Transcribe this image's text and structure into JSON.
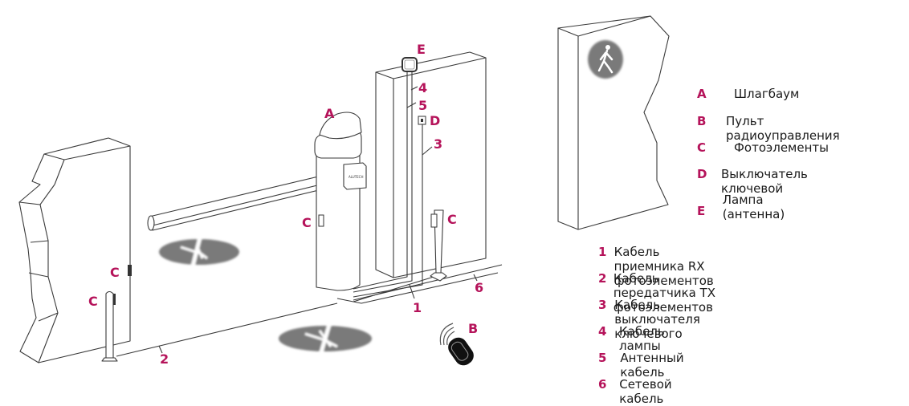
{
  "colors": {
    "accent": "#b5135a",
    "line": "#3a3a3a",
    "sign_gray": "#7a7a7a",
    "text": "#1a1a1a"
  },
  "diagram": {
    "brand_text": "ALUTECH",
    "callouts": {
      "A": "A",
      "B": "B",
      "C_barrier": "C",
      "C_post_right": "C",
      "C_wall_left": "C",
      "C_post_left": "C",
      "D": "D",
      "E": "E",
      "n1": "1",
      "n2": "2",
      "n3": "3",
      "n4": "4",
      "n5": "5",
      "n6": "6"
    },
    "icons": [
      "pedestrian-sign-icon",
      "no-pedestrian-sign-icon",
      "remote-control-icon",
      "signal-lamp-icon",
      "key-switch-icon",
      "photocell-icon"
    ]
  },
  "legend_letters": [
    {
      "key": "A",
      "text": "Шлагбаум"
    },
    {
      "key": "B",
      "text": "Пульт радиоуправления"
    },
    {
      "key": "C",
      "text": "Фотоэлементы"
    },
    {
      "key": "D",
      "text": "Выключатель ключевой"
    },
    {
      "key": "E",
      "text": "Лампа (антенна)"
    }
  ],
  "legend_numbers": [
    {
      "key": "1",
      "text": "Кабель приемника RX фотоэлементов"
    },
    {
      "key": "2",
      "text": "Кабель передатчика TX фотоэлементов"
    },
    {
      "key": "3",
      "text": "Кабель выключателя ключевого"
    },
    {
      "key": "4",
      "text": "Кабель лампы"
    },
    {
      "key": "5",
      "text": "Антенный кабель"
    },
    {
      "key": "6",
      "text": "Сетевой кабель"
    }
  ]
}
